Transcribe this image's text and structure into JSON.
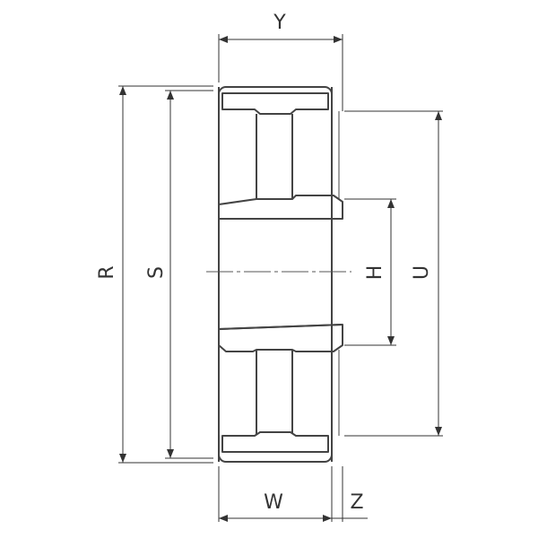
{
  "diagram": {
    "labels": {
      "Y": "Y",
      "R": "R",
      "S": "S",
      "H": "H",
      "U": "U",
      "W": "W",
      "Z": "Z"
    },
    "colors": {
      "line": "#444444",
      "background": "#ffffff"
    }
  }
}
